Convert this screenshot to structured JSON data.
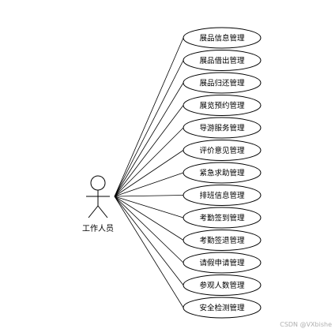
{
  "actor": {
    "label": "工作人员"
  },
  "use_cases": [
    {
      "label": "展品信息管理"
    },
    {
      "label": "展品借出管理"
    },
    {
      "label": "展品归还管理"
    },
    {
      "label": "展览预约管理"
    },
    {
      "label": "导游服务管理"
    },
    {
      "label": "评价意见管理"
    },
    {
      "label": "紧急求助管理"
    },
    {
      "label": "排班信息管理"
    },
    {
      "label": "考勤签到管理"
    },
    {
      "label": "考勤签退管理"
    },
    {
      "label": "请假申请管理"
    },
    {
      "label": "参观人数管理"
    },
    {
      "label": "安全检测管理"
    }
  ],
  "watermark": "CSDN @VXbishe",
  "colors": {
    "line": "#000000",
    "background": "#ffffff",
    "watermark": "#b0b0b0"
  }
}
